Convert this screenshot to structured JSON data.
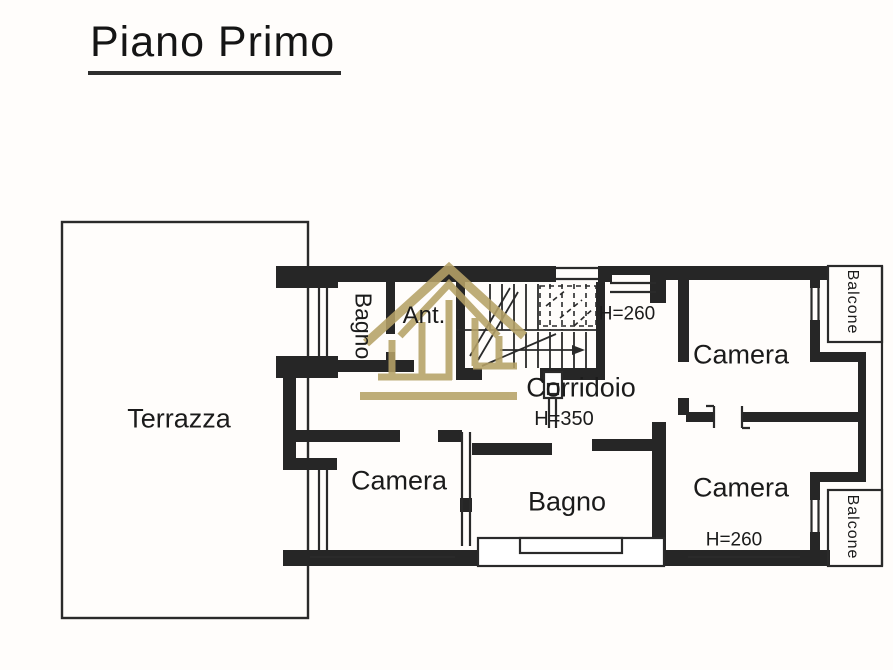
{
  "title": {
    "text": "Piano Primo"
  },
  "plan": {
    "rooms": {
      "terrazza": {
        "label": "Terrazza"
      },
      "bagno_top": {
        "label": "Bagno"
      },
      "ant": {
        "label": "Ant."
      },
      "stairs": {
        "height_note": "H=260"
      },
      "camera_top_right": {
        "label": "Camera"
      },
      "corridoio": {
        "label": "Corridoio",
        "height_note": "H=350"
      },
      "camera_bottom_left": {
        "label": "Camera"
      },
      "bagno_bottom": {
        "label": "Bagno"
      },
      "camera_bottom_right": {
        "label": "Camera",
        "height_note": "H=260"
      },
      "balcone_top": {
        "label": "Balcone"
      },
      "balcone_bottom": {
        "label": "Balcone"
      }
    },
    "colors": {
      "wall": "#262626",
      "text": "#1b1b1b",
      "watermark_gold": "#b6a267",
      "background": "#ffffff"
    },
    "watermark": {
      "icon": "house-columns-logo"
    }
  }
}
